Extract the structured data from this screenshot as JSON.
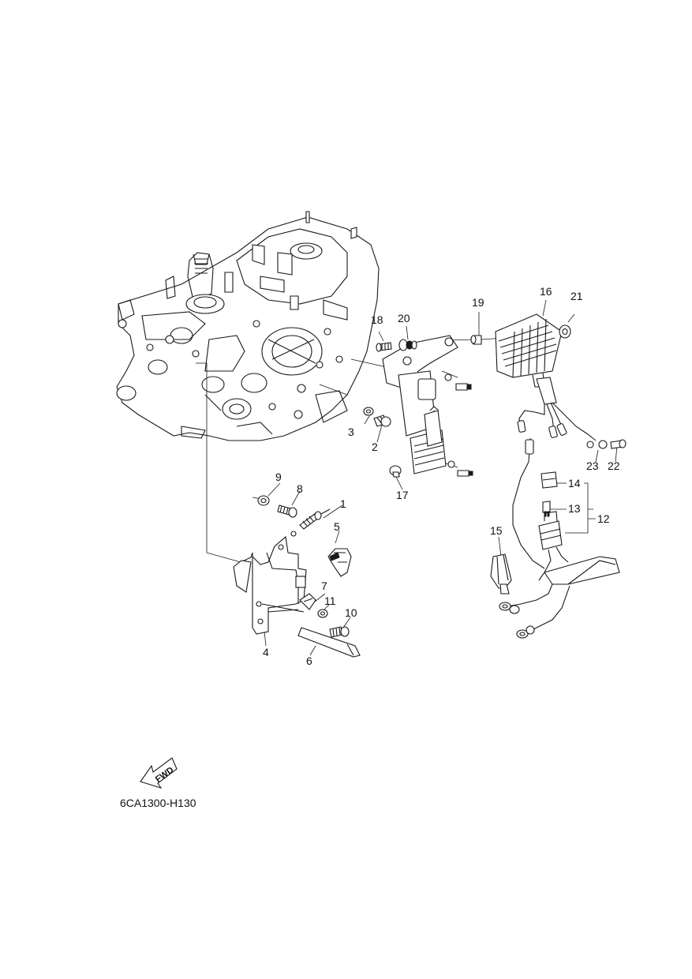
{
  "diagram": {
    "callouts": [
      "1",
      "2",
      "3",
      "4",
      "5",
      "6",
      "7",
      "8",
      "9",
      "10",
      "11",
      "12",
      "13",
      "14",
      "15",
      "16",
      "17",
      "18",
      "19",
      "20",
      "21",
      "22",
      "23"
    ],
    "fwd_arrow": "FWD",
    "code": "6CA1300-H130"
  }
}
